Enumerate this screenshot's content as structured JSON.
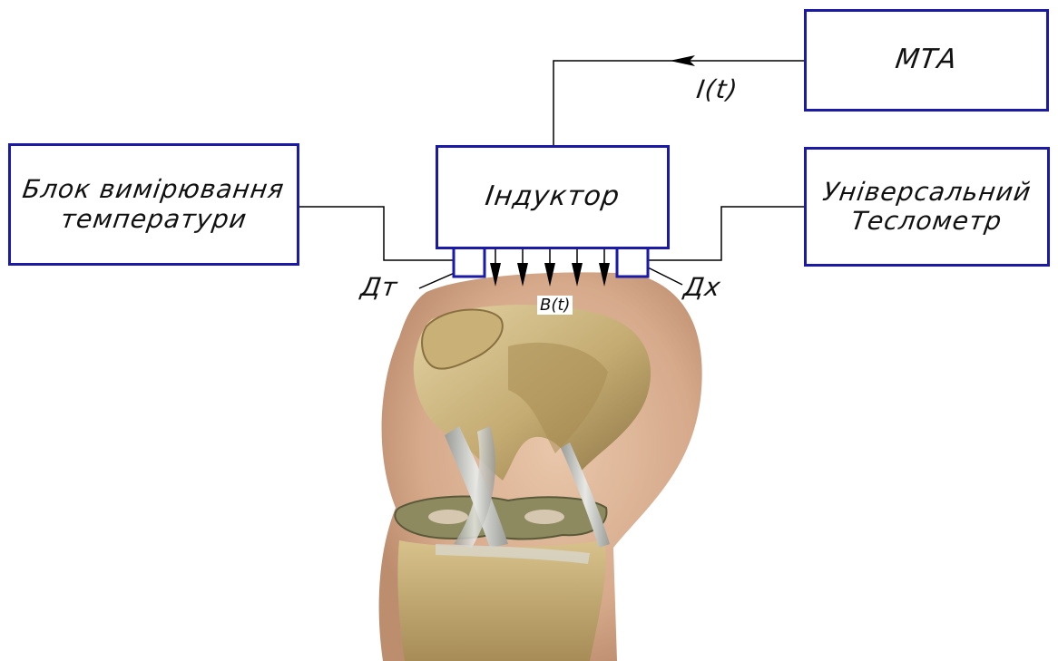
{
  "blocks": {
    "mta": "МТА",
    "inductor": "Індуктор",
    "temp_block_line1": "Блок вимірювання",
    "temp_block_line2": "температури",
    "teslameter_line1": "Універсальний",
    "teslameter_line2": "Теслометр"
  },
  "signals": {
    "current": "I(t)",
    "field": "B(t)"
  },
  "sensors": {
    "temperature": "Дт",
    "hall": "Дх"
  },
  "colors": {
    "box_border": "#1a1aa6",
    "line": "#000000"
  }
}
